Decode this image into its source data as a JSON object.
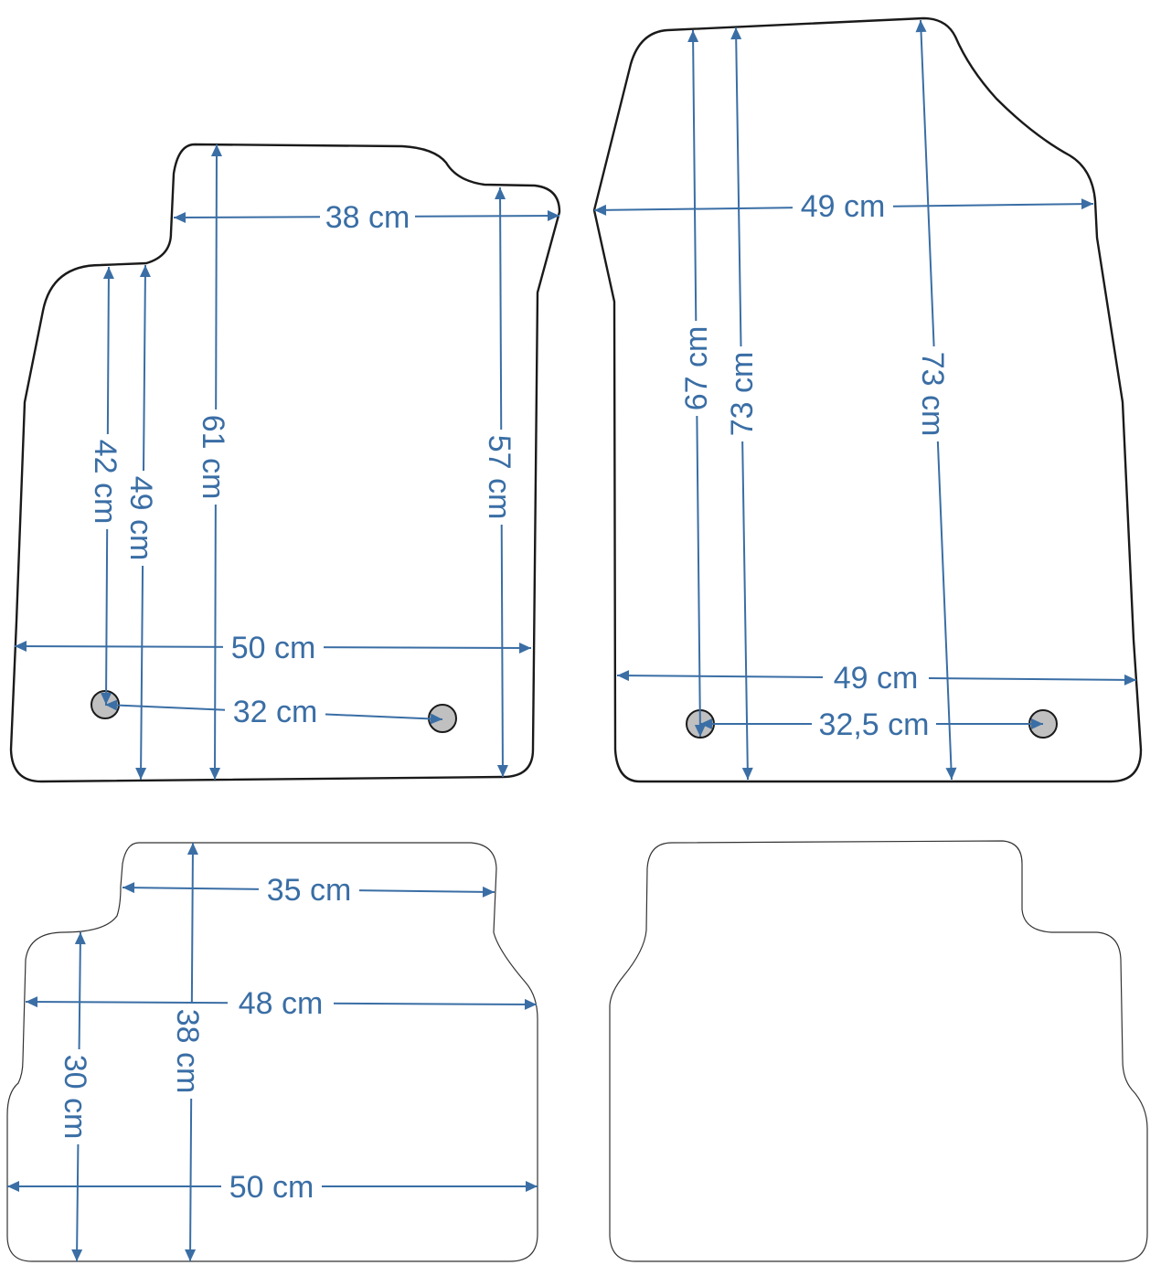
{
  "colors": {
    "dimension": "#3a6ea5",
    "outline": "#1a1a1a",
    "clip": "#c0c0c0",
    "background": "#ffffff"
  },
  "mats": {
    "front_left": {
      "width_top": "38 cm",
      "width_bottom": "50 cm",
      "clip_spacing": "32 cm",
      "height_1": "42 cm",
      "height_2": "49 cm",
      "height_3": "61 cm",
      "height_4": "57 cm"
    },
    "front_right": {
      "width_top": "49 cm",
      "width_bottom": "49 cm",
      "clip_spacing": "32,5 cm",
      "height_1": "67 cm",
      "height_2": "73 cm",
      "height_3": "73 cm"
    },
    "rear_left": {
      "width_top": "35 cm",
      "width_middle": "48 cm",
      "width_bottom": "50 cm",
      "height_1": "30 cm",
      "height_2": "38 cm"
    }
  }
}
